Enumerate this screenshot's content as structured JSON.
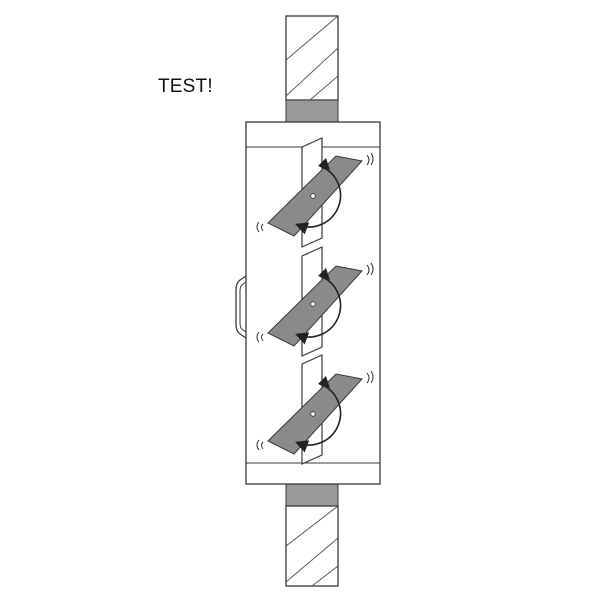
{
  "diagram": {
    "label": "TEST!",
    "colors": {
      "line": "#3a3a3a",
      "blade_fill": "#8a8a8a",
      "band_fill": "#9a9a9a",
      "background": "#ffffff"
    },
    "blades": [
      {
        "name": "blade-top",
        "rotation": "counter-clockwise"
      },
      {
        "name": "blade-middle",
        "rotation": "counter-clockwise"
      },
      {
        "name": "blade-bottom",
        "rotation": "counter-clockwise"
      }
    ]
  }
}
